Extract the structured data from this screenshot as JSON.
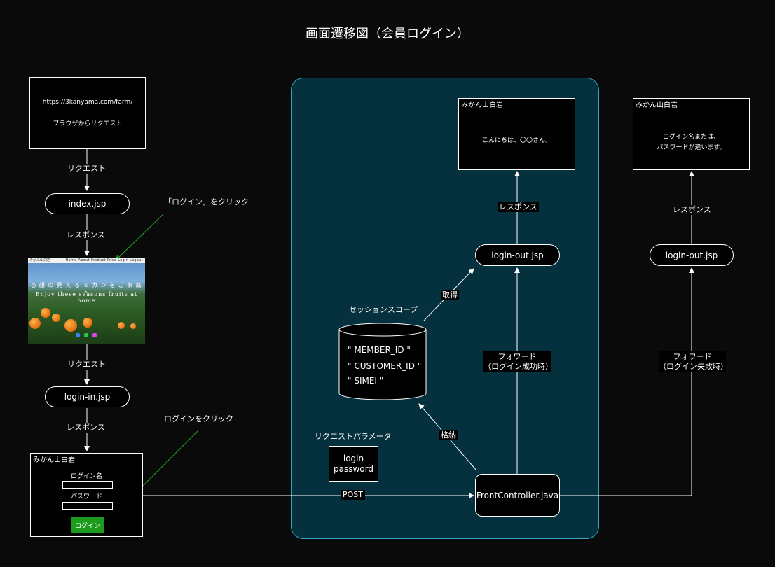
{
  "title": "画面遷移図（会員ログイン）",
  "browser_box": {
    "url": "https://3kanyama.com/farm/",
    "caption": "ブラウザからリクエスト"
  },
  "nodes": {
    "index": "index.jsp",
    "login_in": "login-in.jsp",
    "login_out_success": "login-out.jsp",
    "login_out_fail": "login-out.jsp",
    "front_controller": "FrontController.java"
  },
  "edge_labels": {
    "request1": "リクエスト",
    "response1": "レスポンス",
    "request2": "リクエスト",
    "response2": "レスポンス",
    "post": "POST",
    "store": "格納",
    "get": "取得",
    "response_success": "レスポンス",
    "forward_success_1": "フォワード",
    "forward_success_2": "（ログイン成功時）",
    "response_fail": "レスポンス",
    "forward_fail_1": "フォワード",
    "forward_fail_2": "（ログイン失敗時）"
  },
  "annotations": {
    "click_login_header": "「ログイン」をクリック",
    "click_login_button": "ログインをクリック"
  },
  "homepage_preview": {
    "site_name": "みかん山白岩",
    "nav_items": "Home  About  Product  Price  Login  Logout",
    "headline": "◎ 顔 の 見 え る ミ カ ン を ご 家 庭 へ",
    "subline": "Enjoy these seasons fruits at home"
  },
  "login_form": {
    "site_name": "みかん山白岩",
    "login_name_label": "ログイン名",
    "password_label": "パスワード",
    "submit_label": "ログイン"
  },
  "session_scope": {
    "label": "セッションスコープ",
    "items": [
      "\" MEMBER_ID \"",
      "\" CUSTOMER_ID \"",
      "\" SIMEI \""
    ]
  },
  "request_params": {
    "label": "リクエストパラメータ",
    "items": [
      "login",
      "password"
    ]
  },
  "success_screen": {
    "site_name": "みかん山白岩",
    "message": "こんにちは、〇〇さん。"
  },
  "fail_screen": {
    "site_name": "みかん山白岩",
    "message_1": "ログイン名または、",
    "message_2": "パスワードが違います。"
  },
  "colors": {
    "background": "#0a0a0a",
    "region_fill": "#05303d",
    "region_border": "#35a7c4",
    "annotation_arrow": "#1fae1f",
    "button_green": "#1c9b1c"
  }
}
